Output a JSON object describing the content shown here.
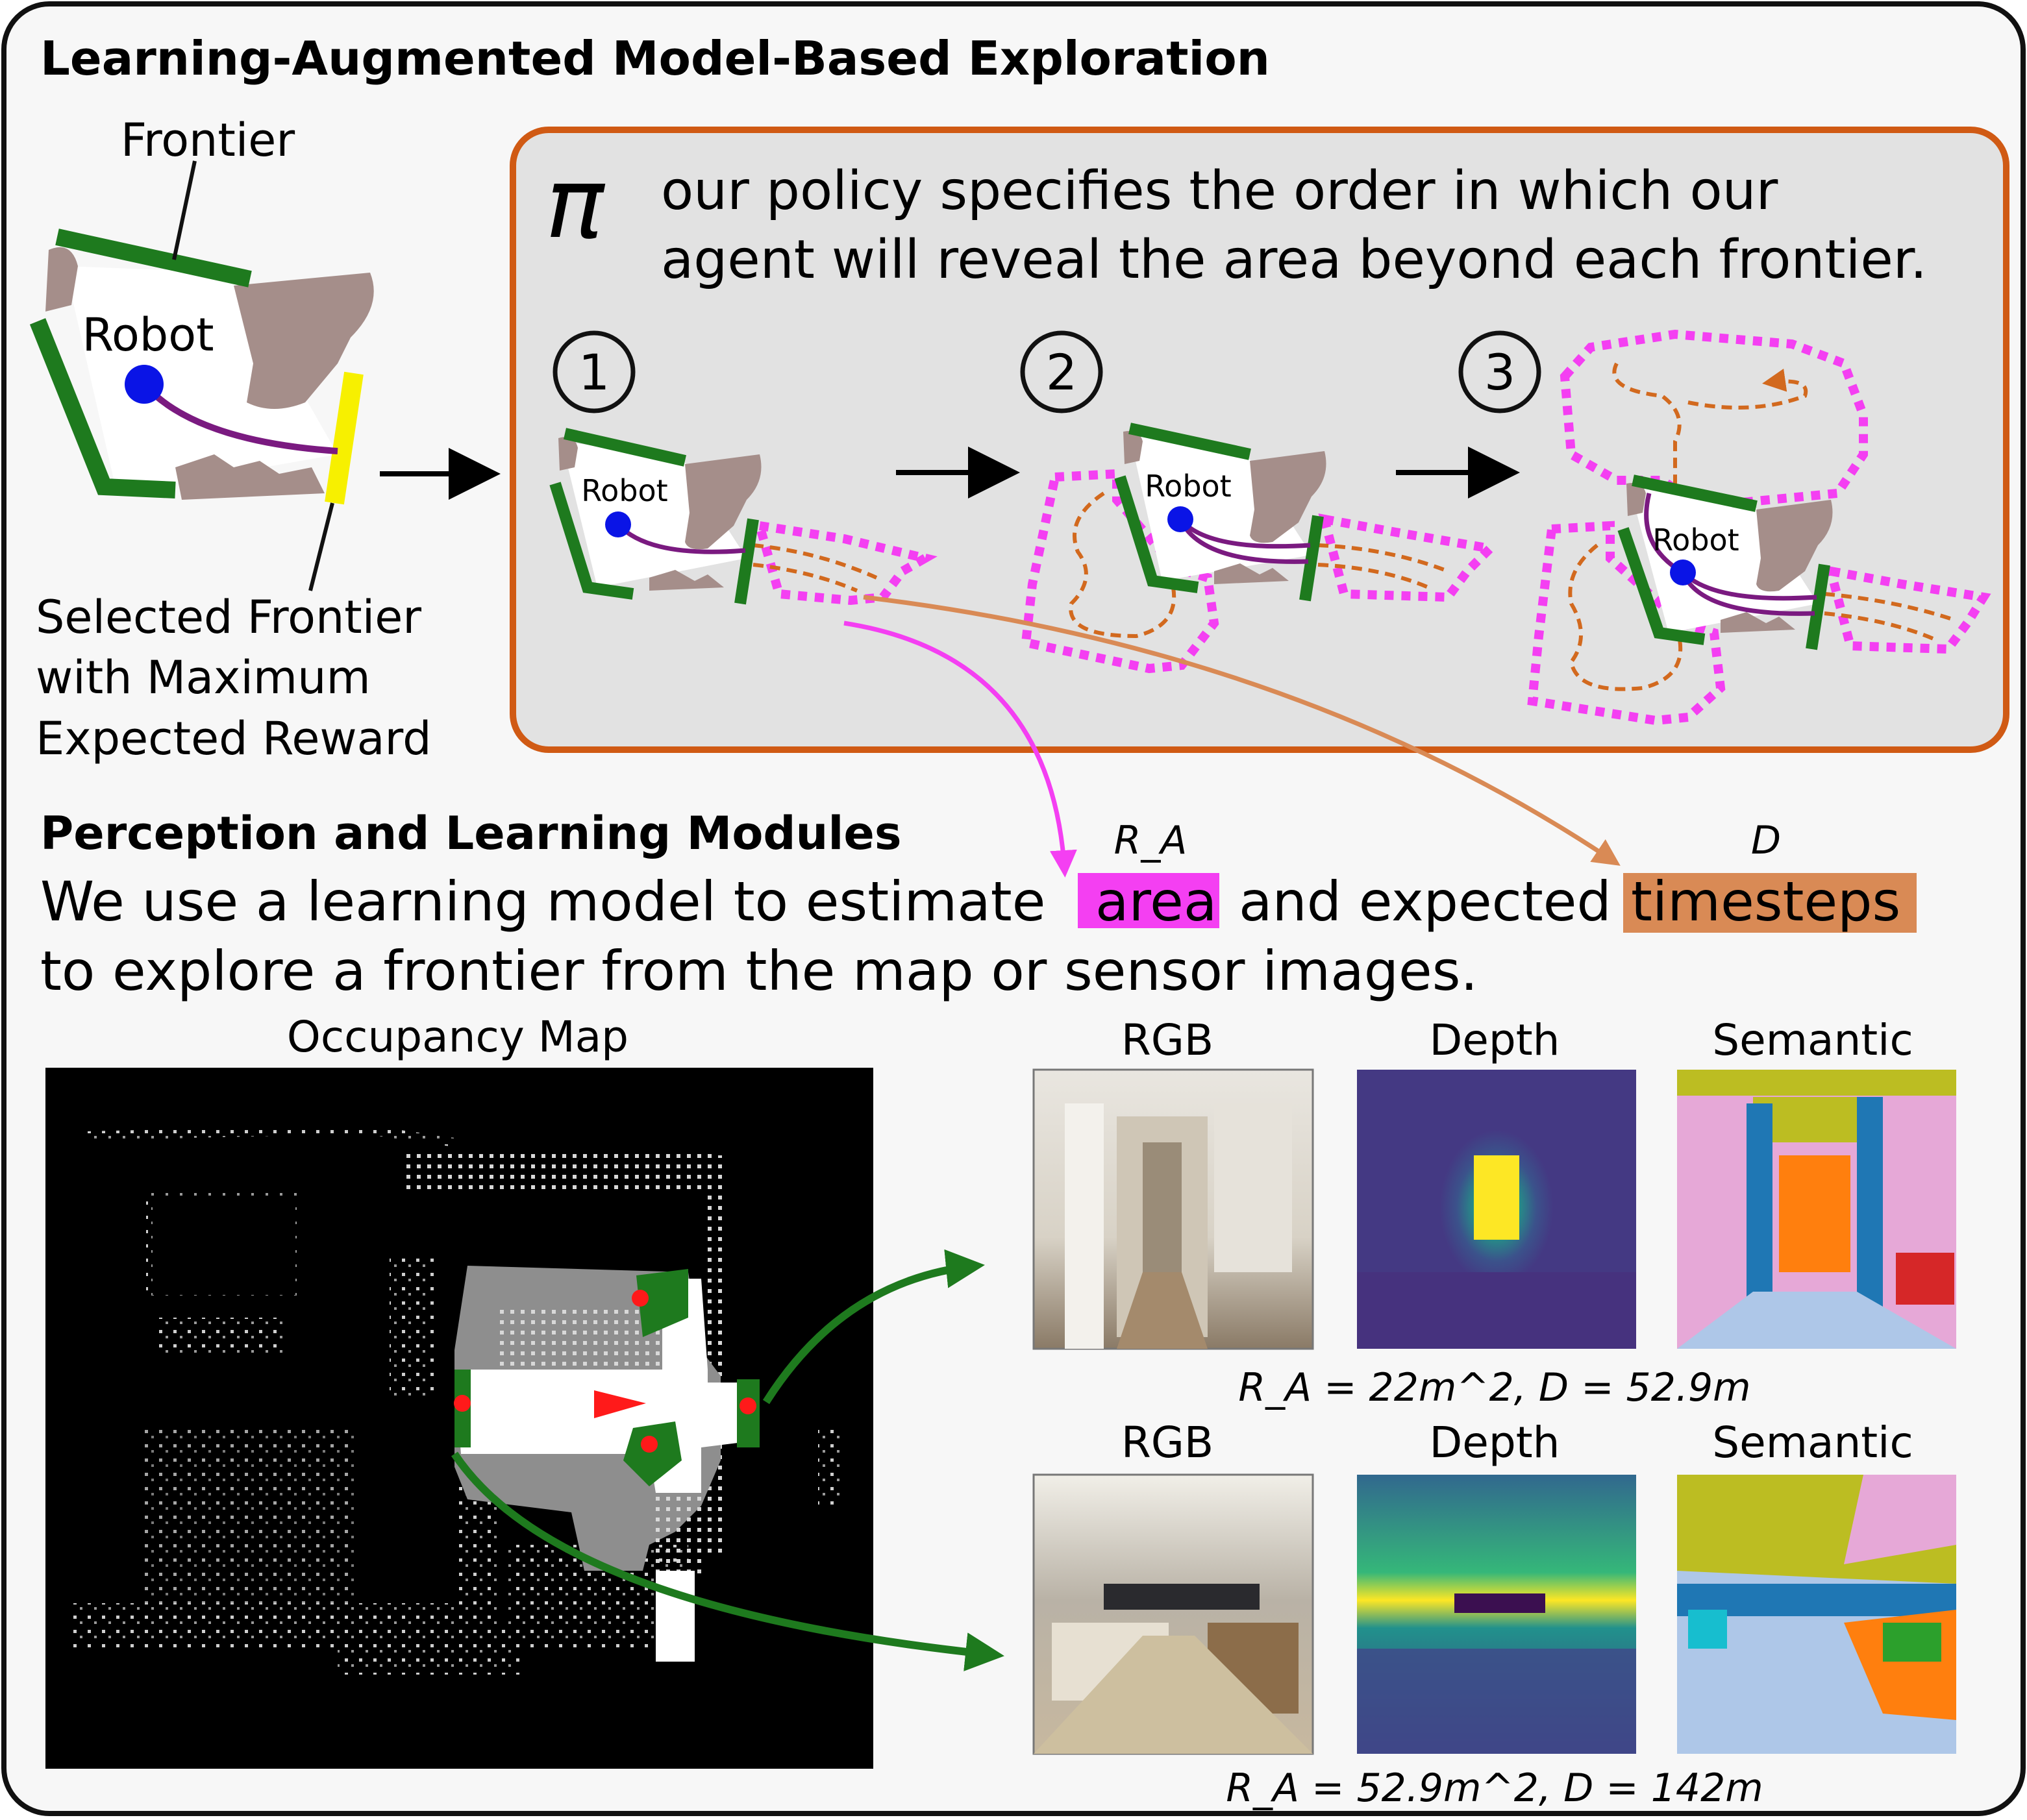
{
  "top_section": {
    "title": "Learning-Augmented Model-Based Exploration",
    "frontier_label": "Frontier",
    "robot_label": "Robot",
    "selected_frontier_lines": [
      "Selected Frontier",
      "with Maximum",
      "Expected Reward"
    ]
  },
  "policy_box": {
    "pi_symbol": "π",
    "text_lines": [
      "our policy specifies the order in which our",
      "agent will reveal the area beyond each frontier."
    ],
    "steps": [
      {
        "number": "1",
        "robot_label": "Robot"
      },
      {
        "number": "2",
        "robot_label": "Robot"
      },
      {
        "number": "3",
        "robot_label": "Robot"
      }
    ]
  },
  "perception_section": {
    "title": "Perception and Learning Modules",
    "line1_before": "We use a learning model to estimate",
    "area_word": "area",
    "line1_middle": "and expected",
    "timesteps_word": "timesteps",
    "line2": "to explore a frontier from the map or sensor images.",
    "ra_label": "R_A",
    "d_label": "D"
  },
  "occupancy_map": {
    "title": "Occupancy Map"
  },
  "sensor_rows": [
    {
      "labels": [
        "RGB",
        "Depth",
        "Semantic"
      ],
      "caption": "R_A = 22m^2, D = 52.9m"
    },
    {
      "labels": [
        "RGB",
        "Depth",
        "Semantic"
      ],
      "caption": "R_A = 52.9m^2, D = 142m"
    }
  ],
  "colors": {
    "frontier_green": "#1e7a1e",
    "selected_frontier_yellow": "#f7f000",
    "robot_blue": "#0a14e6",
    "path_purple": "#7a1a80",
    "obstacle": "#a58e8a",
    "policy_border": "#d05a14",
    "magenta": "#f43ff2",
    "orange_highlight": "#d98a55",
    "dashed_orange": "#d2691e"
  }
}
